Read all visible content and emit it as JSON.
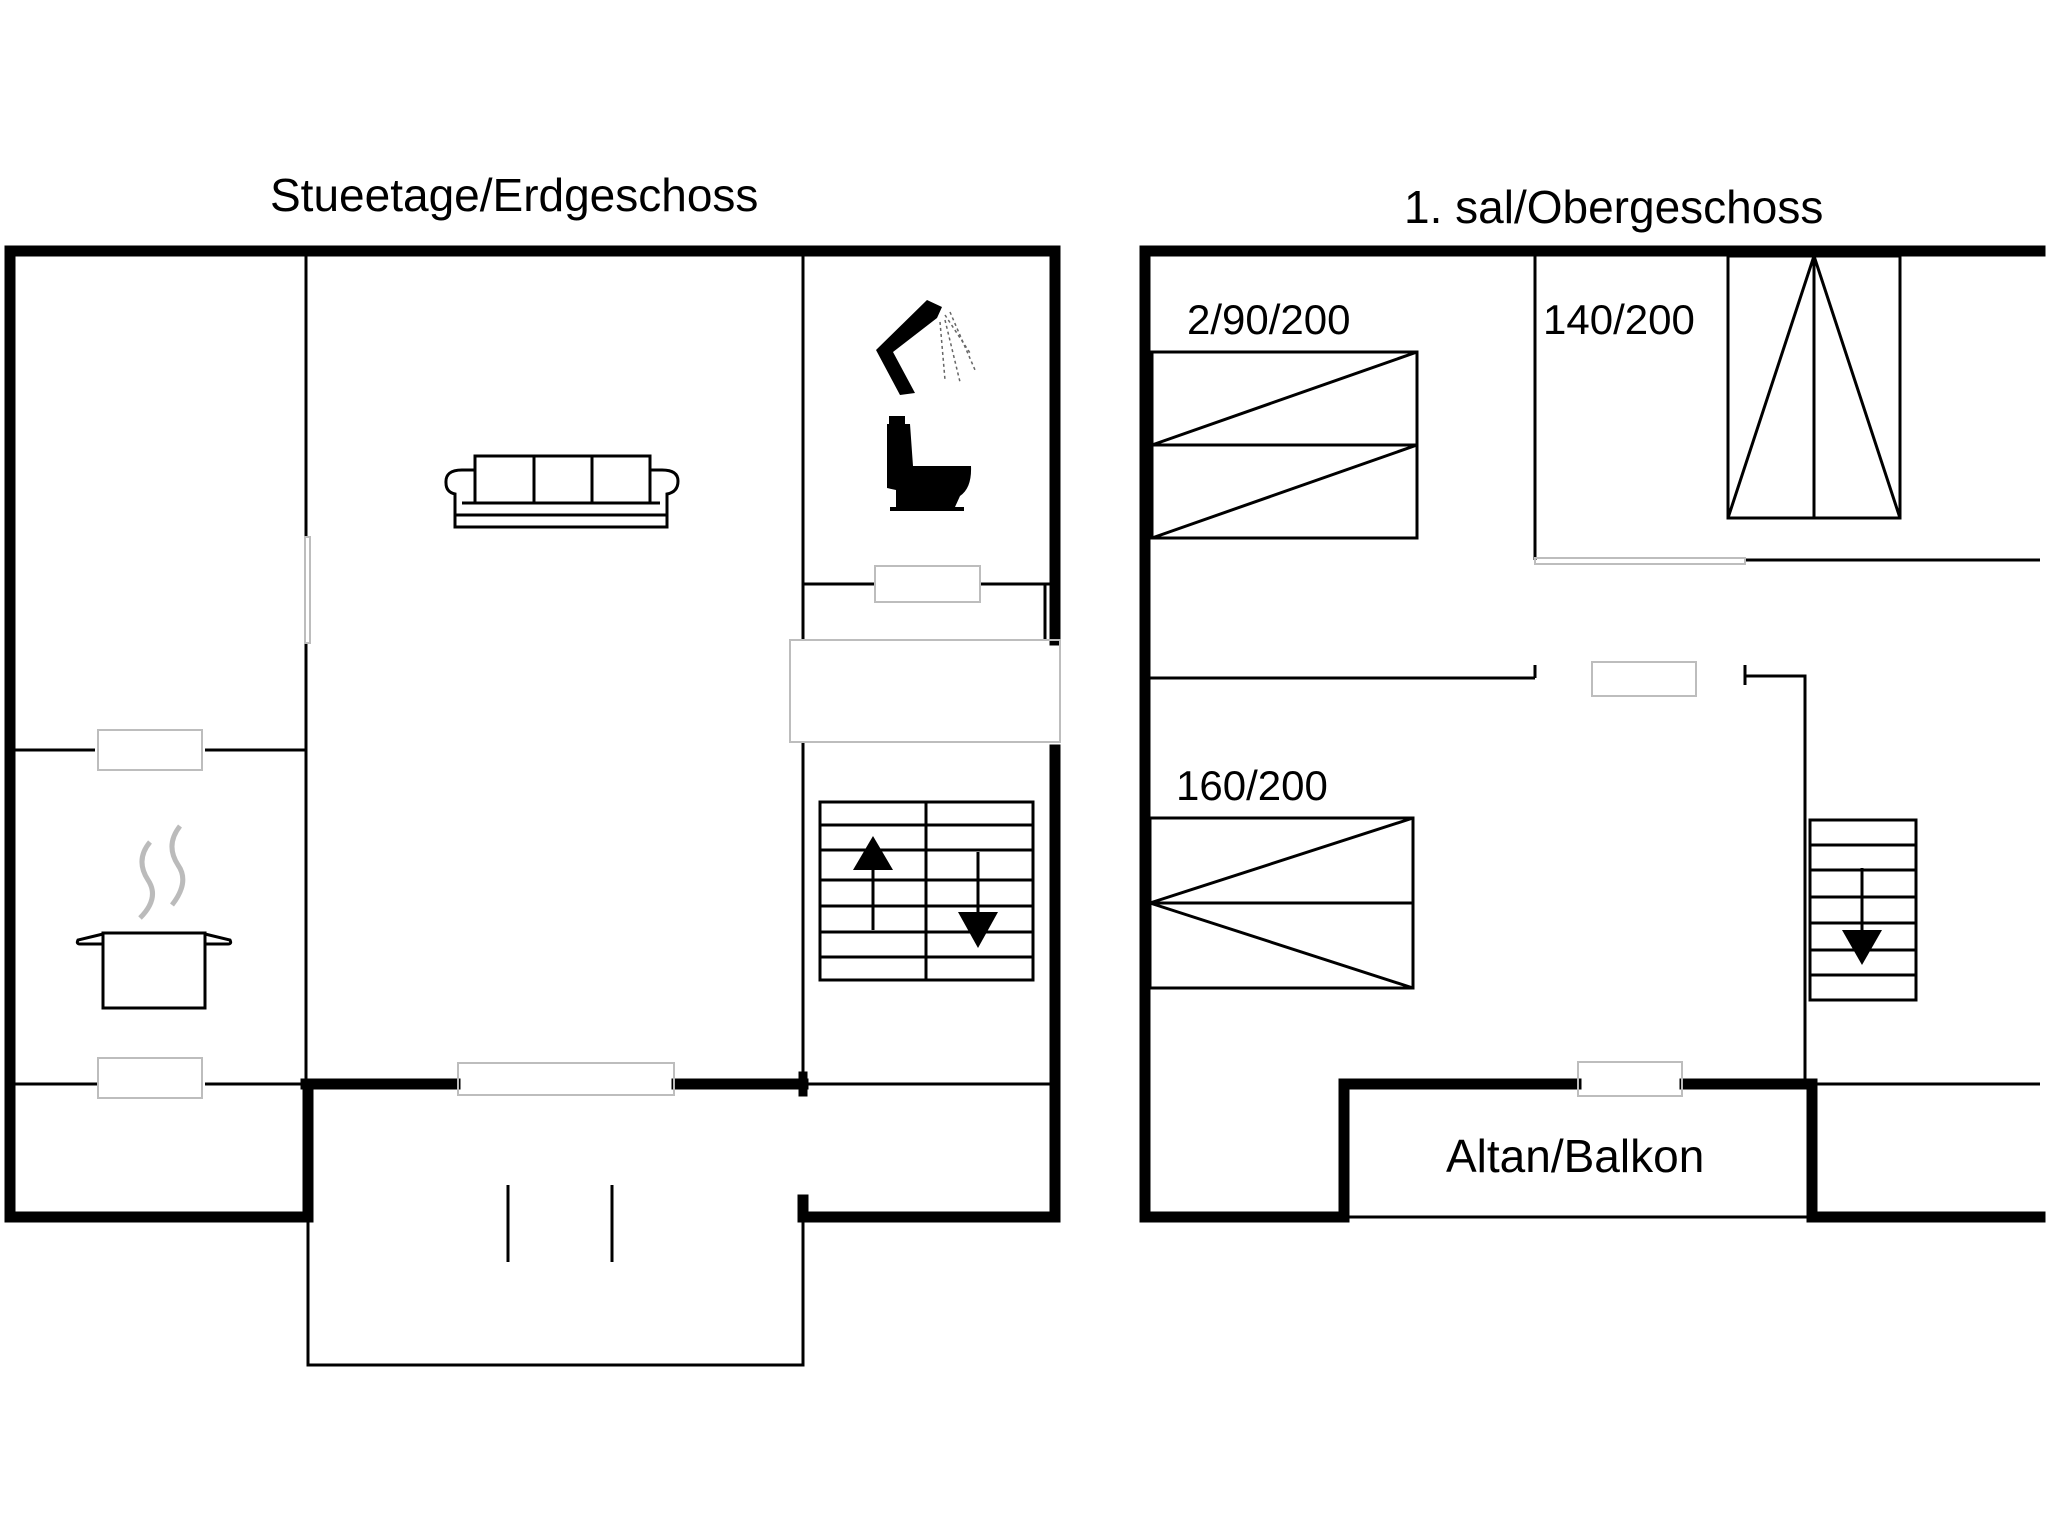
{
  "floors": {
    "ground": {
      "title": "Stueetage/Erdgeschoss",
      "icons": [
        "sofa-icon",
        "shower-icon",
        "toilet-icon",
        "cooking-pot-icon",
        "staircase-up-icon",
        "staircase-down-icon"
      ]
    },
    "upper": {
      "title": "1. sal/Obergeschoss",
      "beds": [
        {
          "label": "2/90/200"
        },
        {
          "label": "140/200"
        },
        {
          "label": "160/200"
        }
      ],
      "balcony_label": "Altan/Balkon",
      "icons": [
        "staircase-down-icon"
      ]
    }
  }
}
